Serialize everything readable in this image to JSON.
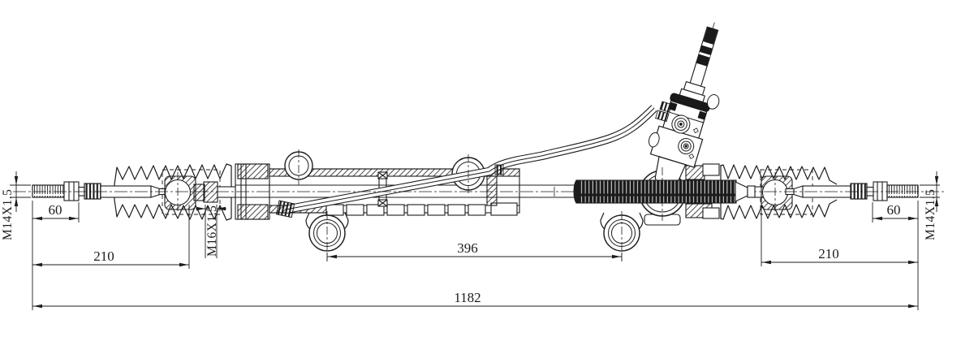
{
  "drawing": {
    "background": "#ffffff",
    "line_color": "#1c1c1c",
    "dimensions": {
      "left_rod_thread": "M14X1.5",
      "left_thread_length": "60",
      "left_tie_rod_length": "210",
      "inner_joint_thread": "M16X1.5",
      "mounting_hole_span": "396",
      "overall_length": "1182",
      "right_tie_rod_length": "210",
      "right_thread_length": "60",
      "right_rod_thread": "M14X1.5"
    }
  }
}
